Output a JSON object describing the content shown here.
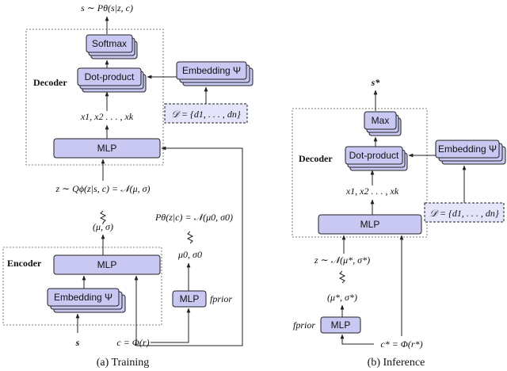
{
  "labels": {
    "output_train": "s ∼ Pθ(s|z, c)",
    "softmax": "Softmax",
    "dotprod_train": "Dot-product",
    "embed_dec_train": "Embedding Ψ",
    "dset_train": "𝒟 = {d1, . . . , dn}",
    "decoder_train": "Decoder",
    "xvec_train": "x1, x2 . . . , xk",
    "mlp_dec_train": "MLP",
    "z_post": "z ∼ Qϕ(z|s, c) = 𝒩(μ, σ)",
    "musigma": "(μ, σ)",
    "prior_dist": "Pθ(z|c) = 𝒩(μ0, σ0)",
    "musigma0": "μ0, σ0",
    "encoder": "Encoder",
    "mlp_enc": "MLP",
    "embed_enc": "Embedding Ψ",
    "mlp_prior_train": "MLP",
    "fprior_train": "fprior",
    "s_input": "s",
    "c_train": "c = Φ(r)",
    "caption_train": "(a) Training",
    "s_star": "s*",
    "max": "Max",
    "decoder_inf": "Decoder",
    "dotprod_inf": "Dot-product",
    "embed_dec_inf": "Embedding Ψ",
    "xvec_inf": "x1, x2 . . . , xk",
    "dset_inf": "𝒟 = {d1, . . . , dn}",
    "mlp_dec_inf": "MLP",
    "z_inf": "z ∼ 𝒩(μ*, σ*)",
    "musigma_star": "(μ*, σ*)",
    "fprior_inf": "fprior",
    "mlp_prior_inf": "MLP",
    "c_inf": "c* = Φ(r*)",
    "caption_inf": "(b) Inference"
  },
  "colors": {
    "node_fill": "#c8c8f3",
    "set_fill": "#e4e4fb",
    "stroke": "#202020"
  }
}
